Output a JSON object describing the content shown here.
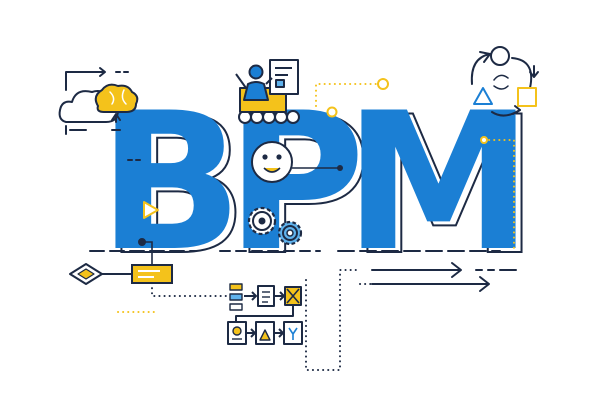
{
  "illustration": {
    "word": "BPM",
    "letters": [
      "B",
      "P",
      "M"
    ],
    "colors": {
      "blue": "#1b7fd4",
      "navy": "#1d2a44",
      "yellow": "#f4c21b",
      "light_blue": "#5fb2ec",
      "white": "#ffffff"
    },
    "icons": [
      "cloud-brain-icon",
      "presenter-icon",
      "cycle-flow-icon",
      "gear-icon",
      "smiley-face-icon",
      "play-icon",
      "decision-diamond-icon",
      "flowchart-icon",
      "arrow-icon"
    ]
  }
}
